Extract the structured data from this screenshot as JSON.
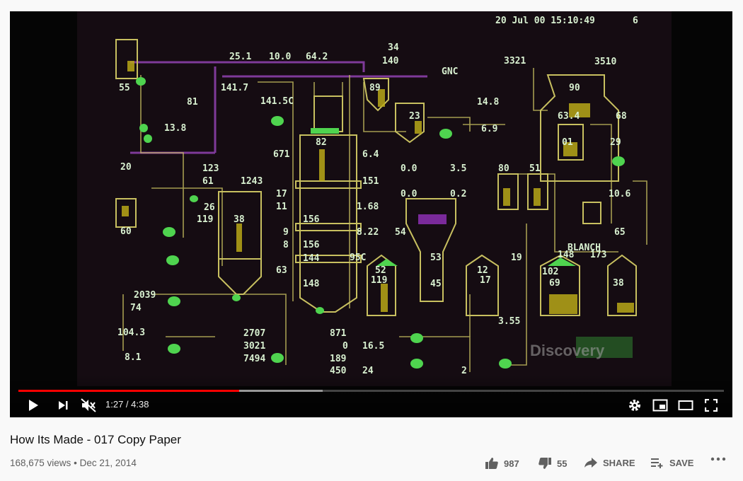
{
  "video": {
    "timestamp_overlay": "20 Jul 00 15:10:49",
    "overlay_page": "6",
    "watermark": "Discovery",
    "hud": {
      "top_values": [
        "25.1",
        "10.0",
        "64.2",
        "34",
        "140",
        "3321",
        "3510"
      ],
      "left_values": [
        "141.7",
        "141.5C",
        "81",
        "13.8",
        "123",
        "61",
        "1243",
        "26",
        "119",
        "38",
        "60",
        "2039",
        "74",
        "104.3",
        "8.1",
        "20",
        "55"
      ],
      "center_values": [
        "82",
        "17",
        "11",
        "9",
        "8",
        "156",
        "156",
        "144",
        "148",
        "63",
        "6.4",
        "151",
        "1.68",
        "8.22",
        "95C",
        "871",
        "0",
        "189",
        "450",
        "16.5",
        "24",
        "2707",
        "3021",
        "7494",
        "671",
        "89",
        "23"
      ],
      "right_values": [
        "14.8",
        "6.9",
        "0.0",
        "3.5",
        "0.0",
        "0.2",
        "54",
        "53",
        "45",
        "52",
        "119",
        "12",
        "17",
        "3.55",
        "2",
        "80",
        "51",
        "19",
        "90",
        "63.4",
        "01",
        "68",
        "29",
        "10.6",
        "65",
        "BLANCH",
        "148",
        "173",
        "102",
        "69",
        "38"
      ],
      "tags": [
        "GNC",
        "Discovery"
      ]
    }
  },
  "player": {
    "current_time": "1:27",
    "duration": "4:38",
    "time_display": "1:27 / 4:38",
    "played_fraction": 0.313,
    "buffered_fraction": 0.431,
    "accent_color": "#ff0000"
  },
  "info": {
    "title": "How Its Made - 017 Copy Paper",
    "views": "168,675 views",
    "separator": "•",
    "date": "Dec 21, 2014"
  },
  "actions": {
    "like_count": "987",
    "dislike_count": "55",
    "share_label": "SHARE",
    "save_label": "SAVE"
  }
}
